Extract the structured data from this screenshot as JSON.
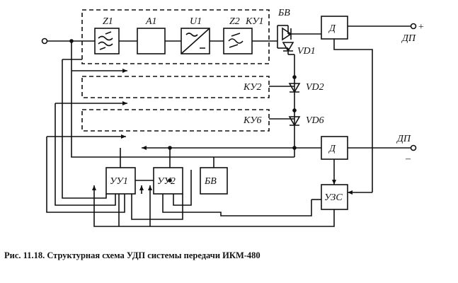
{
  "figure": {
    "caption": "Рис. 11.18. Структурная схема УДП системы передачи ИКМ-480"
  },
  "blocks": {
    "z1": "Z1",
    "a1": "A1",
    "u1": "U1",
    "z2": "Z2",
    "ku1": "КУ1",
    "bv_top": "БВ",
    "d_top": "Д",
    "ku2": "КУ2",
    "ku6": "КУ6",
    "vd1": "VD1",
    "vd2": "VD2",
    "vd6": "VD6",
    "d_bottom": "Д",
    "uu1": "УУ1",
    "uu2": "УУ2",
    "bv_bottom": "БВ",
    "uzs": "УЗС"
  },
  "terminals": {
    "dp_plus": "ДП",
    "plus": "+",
    "dp_minus": "ДП",
    "minus": "–"
  }
}
